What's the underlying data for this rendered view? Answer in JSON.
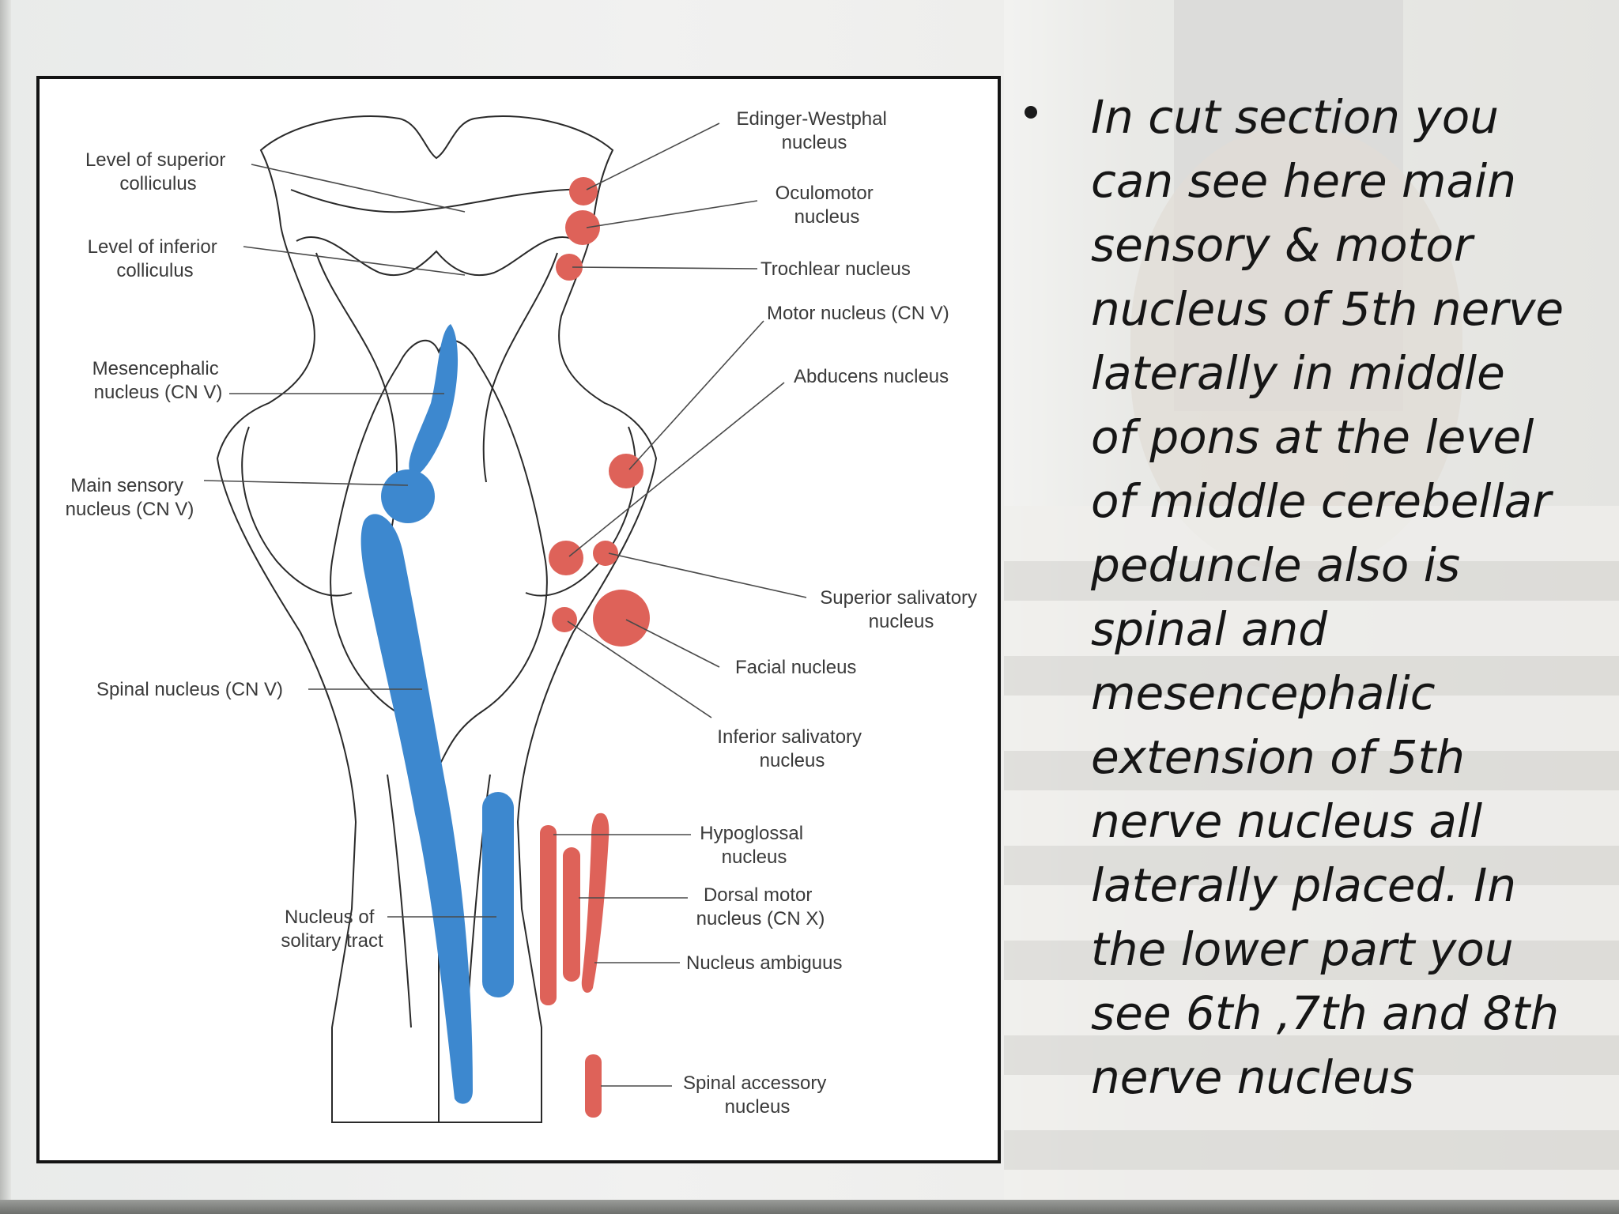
{
  "diagram": {
    "labels": {
      "superior_colliculus": [
        "Level of superior",
        "colliculus"
      ],
      "inferior_colliculus": [
        "Level of inferior",
        "colliculus"
      ],
      "mesencephalic": [
        "Mesencephalic",
        "nucleus (CN V)"
      ],
      "main_sensory": [
        "Main sensory",
        "nucleus (CN V)"
      ],
      "spinal_nucleus": [
        "Spinal nucleus (CN V)"
      ],
      "solitary": [
        "Nucleus of",
        "solitary tract"
      ],
      "edinger": [
        "Edinger-Westphal",
        "nucleus"
      ],
      "oculomotor": [
        "Oculomotor",
        "nucleus"
      ],
      "trochlear": [
        "Trochlear nucleus"
      ],
      "motor_v": [
        "Motor nucleus (CN V)"
      ],
      "abducens": [
        "Abducens nucleus"
      ],
      "superior_salivatory": [
        "Superior salivatory",
        "nucleus"
      ],
      "facial": [
        "Facial nucleus"
      ],
      "inferior_salivatory": [
        "Inferior salivatory",
        "nucleus"
      ],
      "hypoglossal": [
        "Hypoglossal",
        "nucleus"
      ],
      "dorsal_motor": [
        "Dorsal motor",
        "nucleus (CN X)"
      ],
      "ambiguus": [
        "Nucleus ambiguus"
      ],
      "spinal_accessory": [
        "Spinal accessory",
        "nucleus"
      ]
    },
    "colors": {
      "sensory": "#3d88cf",
      "motor": "#de6259",
      "outline": "#2a2a2a",
      "leader": "#4a4a4a"
    }
  },
  "slide_text": {
    "bullet": "In cut section you\ncan see here main\nsensory  & motor\nnucleus of 5th nerve\nlaterally in middle\nof pons at the level\nof middle cerebellar\npeduncle also is\nspinal and\nmesencephalic\nextension of 5th\nnerve nucleus all\nlaterally placed. In\nthe lower part you\nsee 6th ,7th and 8th\nnerve nucleus"
  }
}
